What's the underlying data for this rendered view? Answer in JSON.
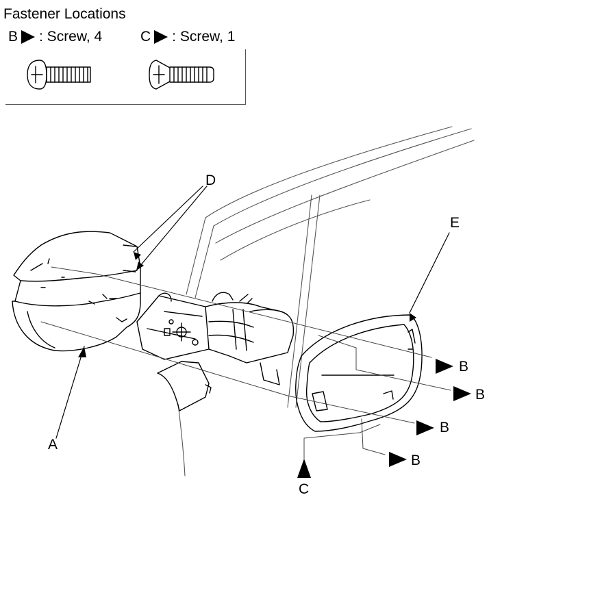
{
  "legend": {
    "title": "Fastener Locations",
    "items": [
      {
        "key": "B",
        "text": ": Screw, 4"
      },
      {
        "key": "C",
        "text": ": Screw, 1"
      }
    ]
  },
  "callouts": {
    "A": "A",
    "B": "B",
    "C": "C",
    "D": "D",
    "E": "E"
  }
}
